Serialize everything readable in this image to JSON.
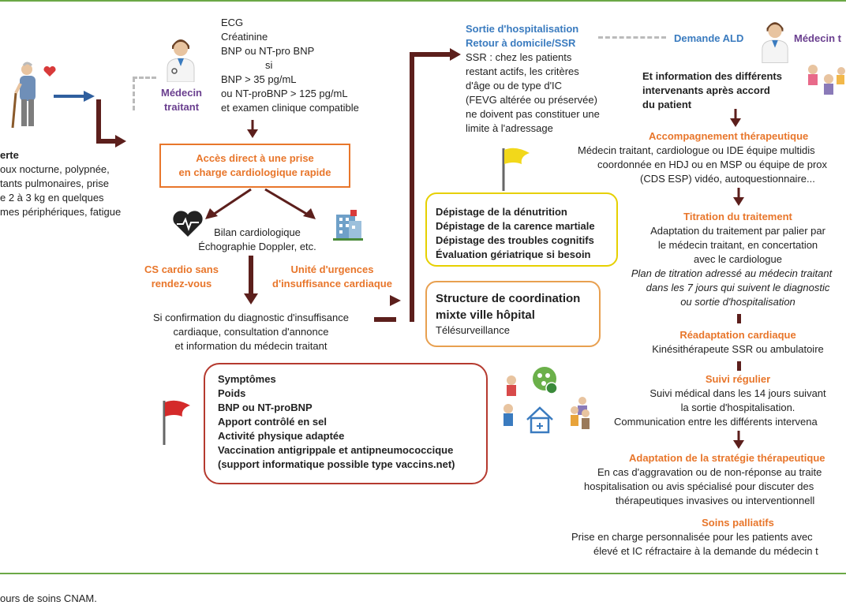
{
  "colors": {
    "frame": "#6ba846",
    "arrow": "#5c1f1c",
    "orange": "#e8762b",
    "purple": "#6a3f8f",
    "blue": "#3a7bbf",
    "yellow": "#e6d000",
    "red": "#b53a2f"
  },
  "left_alert": {
    "title": "erte",
    "lines": [
      "oux nocturne, polypnée,",
      "tants pulmonaires, prise",
      "e 2 à 3 kg en quelques",
      "mes périphériques, fatigue"
    ]
  },
  "medecin_traitant_left": {
    "line1": "Médecin",
    "line2": "traitant"
  },
  "exams": [
    "ECG",
    "Créatinine",
    "BNP ou NT-pro BNP",
    "si",
    "BNP > 35 pg/mL",
    "ou NT-proBNP > 125 pg/mL",
    "et examen clinique compatible"
  ],
  "acces_direct": {
    "line1": "Accès direct à une prise",
    "line2": "en charge cardiologique rapide"
  },
  "bilan": {
    "line1": "Bilan cardiologique",
    "line2": "Échographie Doppler, etc."
  },
  "cs_cardio": {
    "line1": "CS cardio sans",
    "line2": "rendez-vous"
  },
  "urgences": {
    "line1": "Unité d'urgences",
    "line2": "d'insuffisance cardiaque"
  },
  "confirmation": [
    "Si confirmation du diagnostic d'insuffisance",
    "cardiaque, consultation d'annonce",
    "et information du médecin traitant"
  ],
  "red_box": [
    "Symptômes",
    "Poids",
    "BNP ou NT-proBNP",
    "Apport contrôlé en sel",
    "Activité physique adaptée",
    "Vaccination antigrippale et antipneumococcique",
    "(support informatique possible type vaccins.net)"
  ],
  "sortie": {
    "title1": "Sortie d'hospitalisation",
    "title2": "Retour à domicile/SSR",
    "lines": [
      "SSR : chez les patients",
      "restant actifs, les critères",
      "d'âge ou de type d'IC",
      "(FEVG altérée ou préservée)",
      "ne doivent pas constituer une",
      "limite à l'adressage"
    ]
  },
  "yellow_box": [
    "Dépistage de la dénutrition",
    "Dépistage de la carence martiale",
    "Dépistage des troubles cognitifs",
    "Évaluation gériatrique si besoin"
  ],
  "coordination": {
    "line1": "Structure de coordination",
    "line2": "mixte ville hôpital",
    "line3": "Télésurveillance"
  },
  "demande_ald": "Demande ALD",
  "medecin_traitant_right": "Médecin t",
  "information": [
    "Et information des différents",
    "intervenants après accord",
    "du patient"
  ],
  "right_flow": [
    {
      "title": "Accompagnement thérapeutique",
      "lines": [
        "Médecin traitant, cardiologue ou IDE équipe multidis",
        "coordonnée en HDJ ou en MSP ou équipe de prox",
        "(CDS ESP) vidéo, autoquestionnaire..."
      ]
    },
    {
      "title": "Titration du traitement",
      "lines": [
        "Adaptation du traitement par palier par",
        "le médecin  traitant, en concertation",
        "avec le cardiologue"
      ],
      "italic_lines": [
        "Plan de titration adressé au médecin traitant",
        "dans les 7 jours qui suivent le diagnostic",
        "ou sortie d'hospitalisation"
      ]
    },
    {
      "title": "Réadaptation cardiaque",
      "lines": [
        "Kinésithérapeute SSR ou ambulatoire"
      ]
    },
    {
      "title": "Suivi régulier",
      "lines": [
        "Suivi médical dans les 14 jours suivant",
        "la sortie d'hospitalisation.",
        "Communication entre les différents intervena"
      ]
    },
    {
      "title": "Adaptation de la stratégie thérapeutique",
      "lines": [
        "En cas d'aggravation ou de non-réponse au traite",
        "hospitalisation ou avis spécialisé pour discuter des",
        "thérapeutiques invasives ou interventionnell"
      ]
    },
    {
      "title": "Soins palliatifs",
      "lines": [
        "Prise en charge personnalisée pour les patients avec",
        "élevé et IC réfractaire à la demande du médecin t"
      ]
    }
  ],
  "footer": "ours de soins CNAM.",
  "icons": [
    "elderly-patient-icon",
    "heart-icon",
    "doctor-icon",
    "heart-monitor-icon",
    "hospital-icon",
    "yellow-flag-icon",
    "red-flag-icon",
    "care-team-icon",
    "home-care-icon"
  ]
}
